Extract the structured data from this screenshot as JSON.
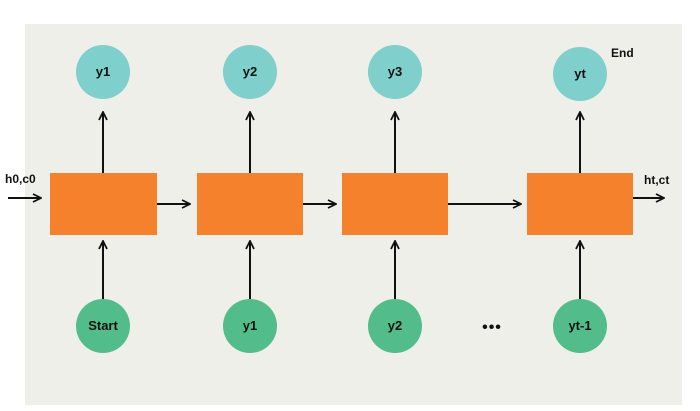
{
  "colors": {
    "canvas": "#efefea",
    "cell": "#f5812d",
    "output_node": "#7fcfcc",
    "input_node": "#52bd8a",
    "arrow": "#111111",
    "text": "#111111"
  },
  "initial_state_label": "h0,c0",
  "final_state_label": "ht,ct",
  "end_label": "End",
  "ellipsis": "•••",
  "outputs": [
    "y1",
    "y2",
    "y3",
    "yt"
  ],
  "inputs": [
    "Start",
    "y1",
    "y2",
    "yt-1"
  ]
}
